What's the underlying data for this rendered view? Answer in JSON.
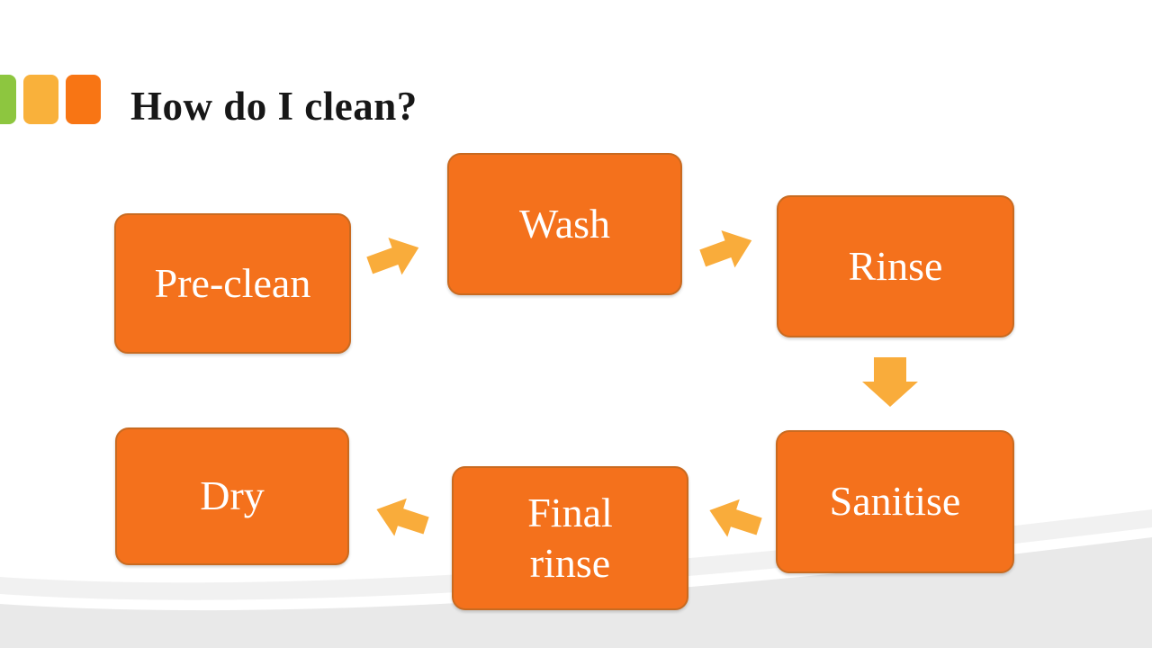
{
  "slide": {
    "title": "How do I clean?",
    "steps": [
      {
        "label": "Pre-clean"
      },
      {
        "label": "Wash"
      },
      {
        "label": "Rinse"
      },
      {
        "label": "Sanitise"
      },
      {
        "label": "Final rinse"
      },
      {
        "label": "Dry"
      }
    ],
    "flow_order": [
      "Pre-clean",
      "Wash",
      "Rinse",
      "Sanitise",
      "Final rinse",
      "Dry"
    ],
    "arrows": [
      {
        "from": "Pre-clean",
        "to": "Wash",
        "direction": "right-up"
      },
      {
        "from": "Wash",
        "to": "Rinse",
        "direction": "right-up"
      },
      {
        "from": "Rinse",
        "to": "Sanitise",
        "direction": "down"
      },
      {
        "from": "Sanitise",
        "to": "Final rinse",
        "direction": "left-up"
      },
      {
        "from": "Final rinse",
        "to": "Dry",
        "direction": "left-up"
      }
    ],
    "colors": {
      "box_fill": "#f4711c",
      "box_border": "#c96a20",
      "box_text": "#ffffff",
      "arrow": "#f9ac3b",
      "title_text": "#171717",
      "accent_green": "#8dc63f",
      "accent_amber": "#f9b13b",
      "accent_orange": "#f87514",
      "swoosh_gray_light": "#f1f1f1",
      "swoosh_gray": "#e9e9e9",
      "slide_bg": "#ffffff"
    }
  }
}
